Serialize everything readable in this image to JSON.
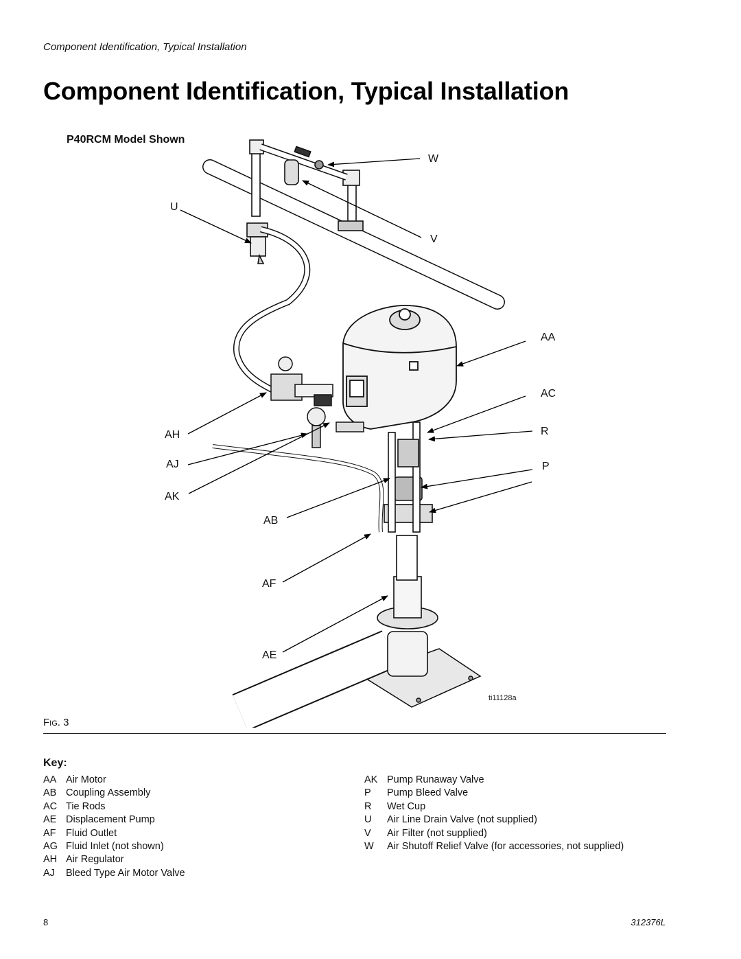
{
  "header": {
    "running_title": "Component Identification, Typical Installation",
    "title": "Component Identification, Typical Installation"
  },
  "figure": {
    "model_label": "P40RCM Model Shown",
    "callouts": {
      "W": "W",
      "U": "U",
      "V": "V",
      "AA": "AA",
      "AC": "AC",
      "AH": "AH",
      "R": "R",
      "AJ": "AJ",
      "P": "P",
      "AK": "AK",
      "AB": "AB",
      "AF": "AF",
      "AE": "AE"
    },
    "image_id": "ti11128a",
    "caption_prefix": "F",
    "caption_smallcaps": "IG",
    "caption_number": ". 3"
  },
  "key": {
    "title": "Key:",
    "left": [
      {
        "code": "AA",
        "label": "Air Motor"
      },
      {
        "code": "AB",
        "label": "Coupling Assembly"
      },
      {
        "code": "AC",
        "label": "Tie Rods"
      },
      {
        "code": "AE",
        "label": "Displacement Pump"
      },
      {
        "code": "AF",
        "label": "Fluid Outlet"
      },
      {
        "code": "AG",
        "label": "Fluid Inlet (not shown)"
      },
      {
        "code": "AH",
        "label": "Air Regulator"
      },
      {
        "code": "AJ",
        "label": "Bleed Type Air Motor Valve"
      }
    ],
    "right": [
      {
        "code": "AK",
        "label": "Pump Runaway Valve"
      },
      {
        "code": "P",
        "label": "Pump Bleed Valve"
      },
      {
        "code": "R",
        "label": "Wet Cup"
      },
      {
        "code": "U",
        "label": "Air Line Drain Valve (not supplied)"
      },
      {
        "code": "V",
        "label": "Air Filter (not supplied)"
      },
      {
        "code": "W",
        "label": "Air Shutoff Relief Valve (for accessories, not supplied)"
      }
    ]
  },
  "footer": {
    "page_number": "8",
    "doc_number": "312376L"
  }
}
